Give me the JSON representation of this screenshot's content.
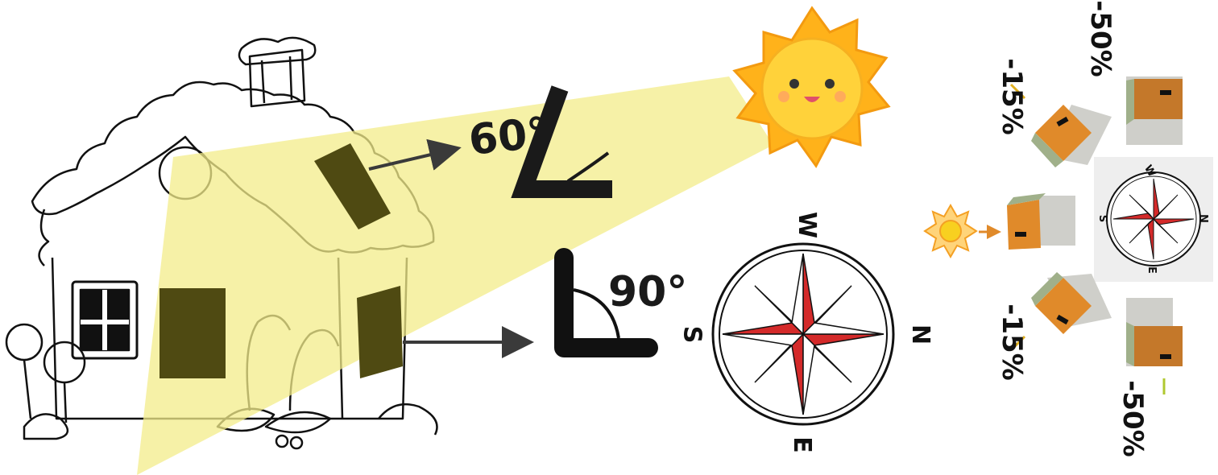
{
  "angles": {
    "roof": "60°",
    "wall": "90°"
  },
  "compass_main": {
    "top": "W",
    "left": "S",
    "right": "N",
    "bottom": "E"
  },
  "compass_small": {
    "top": "W",
    "left": "S",
    "right": "N",
    "bottom": "E"
  },
  "orientation_losses": {
    "top_left": "-15%",
    "top_right": "-50%",
    "bottom_left": "-15%",
    "bottom_right": "-50%"
  },
  "colors": {
    "sunbeam": "#f3ec8a",
    "panel": "#4f4a12",
    "compass_red": "#d42a2a",
    "house_orange": "#e08a2a",
    "sun_yellow": "#ffc528",
    "arrow": "#3a3a3a"
  },
  "icons": [
    "house-outline",
    "sun-icon",
    "compass-rose-icon",
    "angle-icon",
    "arrow-icon",
    "mini-house-icon"
  ]
}
